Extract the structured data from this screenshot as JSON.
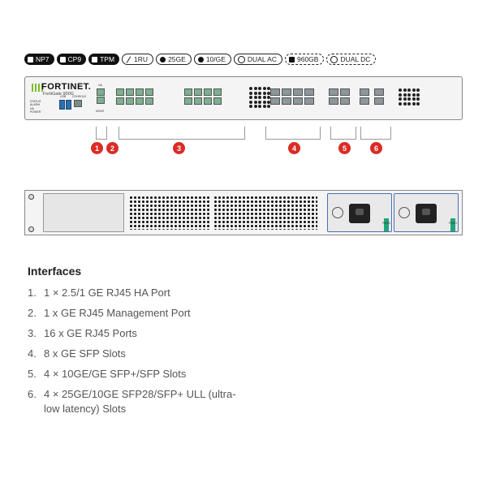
{
  "features": [
    {
      "label": "NP7",
      "style": "dark",
      "icon": "square-icon"
    },
    {
      "label": "CP9",
      "style": "dark",
      "icon": "square-icon"
    },
    {
      "label": "TPM",
      "style": "dark",
      "icon": "square-icon"
    },
    {
      "label": "1RU",
      "style": "outline",
      "icon": "slash-icon"
    },
    {
      "label": "25GE",
      "style": "outline",
      "icon": "dot-icon"
    },
    {
      "label": "10/GE",
      "style": "outline",
      "icon": "dot-icon"
    },
    {
      "label": "DUAL AC",
      "style": "outline",
      "icon": "ring-icon"
    },
    {
      "label": "960GB",
      "style": "dashed",
      "icon": "disk-icon"
    },
    {
      "label": "DUAL DC",
      "style": "dashed",
      "icon": "ring-icon"
    }
  ],
  "device": {
    "brand": "FORTINET.",
    "model": "FortiGate 900G",
    "status_leds": [
      "STATUS",
      "ALARM",
      "HA",
      "POWER"
    ],
    "port_labels": {
      "ha": "HA",
      "mgmt": "MGMT",
      "usb": "USB",
      "console": "CONSOLE"
    },
    "psu_labels": [
      "PWR2",
      "PWR1"
    ]
  },
  "callouts": [
    "1",
    "2",
    "3",
    "4",
    "5",
    "6"
  ],
  "interfaces": {
    "title": "Interfaces",
    "items": [
      {
        "num": "1.",
        "text": "1 × 2.5/1 GE RJ45 HA Port"
      },
      {
        "num": "2.",
        "text": "1 x GE RJ45 Management Port"
      },
      {
        "num": "3.",
        "text": "16 x GE RJ45 Ports"
      },
      {
        "num": "4.",
        "text": "8 x GE SFP Slots"
      },
      {
        "num": "5.",
        "text": "4 × 10GE/GE SFP+/SFP Slots"
      },
      {
        "num": "6.",
        "text": "4 × 25GE/10GE SFP28/SFP+ ULL (ultra-low latency) Slots"
      }
    ]
  },
  "colors": {
    "accent": "#da2c25",
    "logo_green": "#7dbb2e",
    "psu_frame": "#4a6fb5",
    "psu_latch": "#22a57a"
  }
}
